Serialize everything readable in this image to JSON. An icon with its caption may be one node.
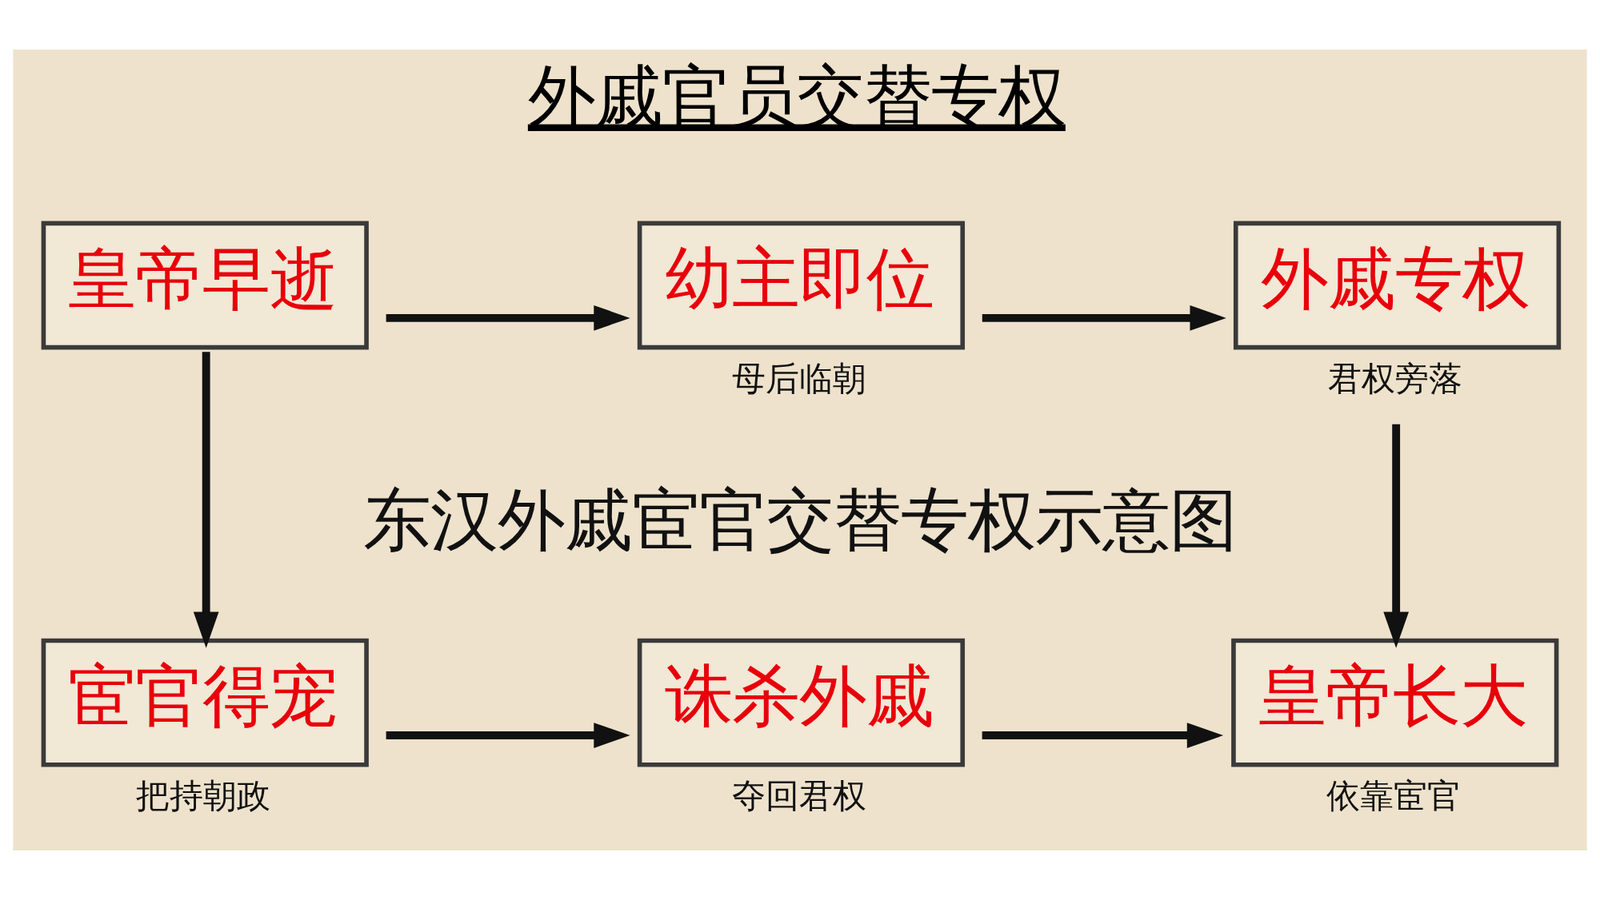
{
  "diagram": {
    "title": "外戚官员交替专权",
    "nodes": [
      {
        "text": [
          "皇帝早逝"
        ]
      },
      {
        "text": [
          "幼主即位"
        ],
        "beside": [
          "母后临朝"
        ]
      },
      {
        "text": [
          "外戚专权"
        ],
        "beside": [
          "君权旁落"
        ]
      },
      {
        "text": [
          "宦官得宠"
        ],
        "beside": [
          "把持朝政"
        ]
      },
      {
        "text": [
          "诛杀外戚"
        ],
        "beside": [
          "夺回君权"
        ]
      },
      {
        "text": [
          "皇帝长大"
        ],
        "beside": [
          "依靠宦官"
        ]
      }
    ],
    "edges": [
      {
        "from": 0,
        "to": 1,
        "arrow": "to"
      },
      {
        "from": 1,
        "to": 2,
        "arrow": "to"
      },
      {
        "from": 0,
        "to": 3,
        "arrow": "to"
      },
      {
        "from": 2,
        "to": 5,
        "arrow": "to"
      },
      {
        "from": 3,
        "to": 4,
        "arrow": "to"
      },
      {
        "from": 4,
        "to": 5,
        "arrow": "to"
      }
    ],
    "labels": [
      "东汉外戚宦官交替专权示意图"
    ]
  }
}
